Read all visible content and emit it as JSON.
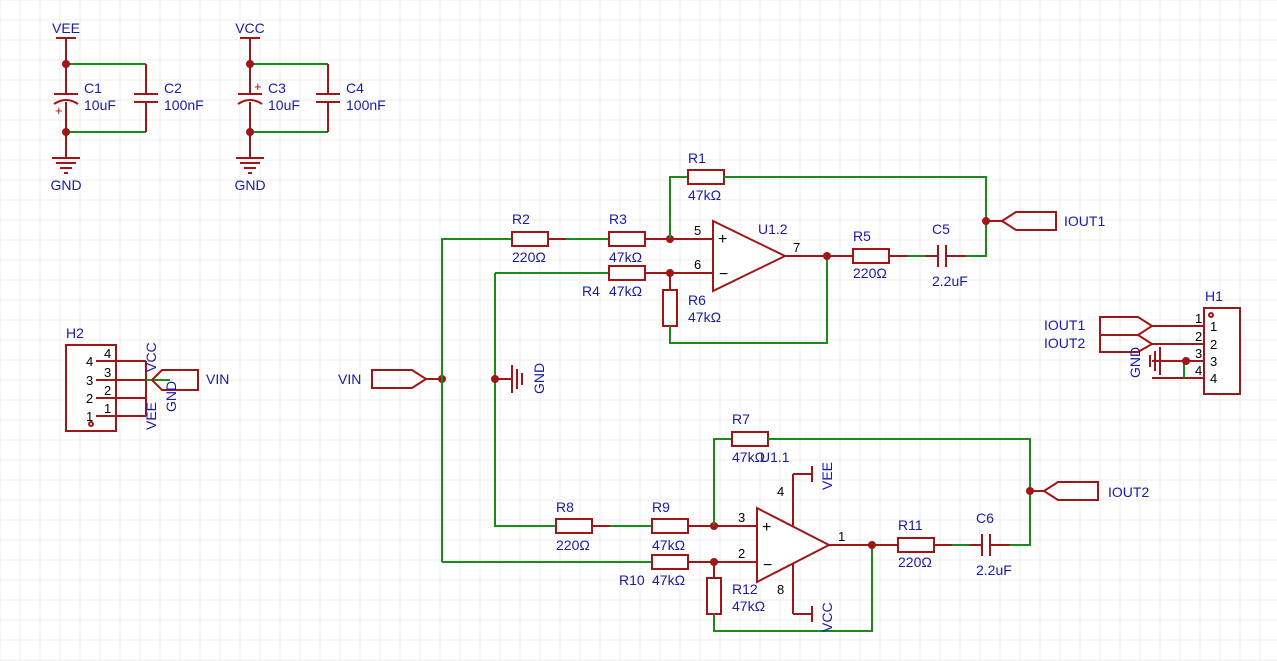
{
  "colors": {
    "wire": "#1a8a1a",
    "part": "#a01515",
    "label": "#1a1aa6",
    "pin": "#000000",
    "grid": "#ececec"
  },
  "power": {
    "vee": "VEE",
    "vcc": "VCC",
    "gnd": "GND"
  },
  "caps": {
    "c1": {
      "ref": "C1",
      "value": "10uF"
    },
    "c2": {
      "ref": "C2",
      "value": "100nF"
    },
    "c3": {
      "ref": "C3",
      "value": "10uF"
    },
    "c4": {
      "ref": "C4",
      "value": "100nF"
    },
    "c5": {
      "ref": "C5",
      "value": "2.2uF"
    },
    "c6": {
      "ref": "C6",
      "value": "2.2uF"
    }
  },
  "resistors": {
    "r1": {
      "ref": "R1",
      "value": "47kΩ"
    },
    "r2": {
      "ref": "R2",
      "value": "220Ω"
    },
    "r3": {
      "ref": "R3",
      "value": "47kΩ"
    },
    "r4": {
      "ref": "R4",
      "value": "47kΩ"
    },
    "r5": {
      "ref": "R5",
      "value": "220Ω"
    },
    "r6": {
      "ref": "R6",
      "value": "47kΩ"
    },
    "r7": {
      "ref": "R7",
      "value": "47kΩ"
    },
    "r8": {
      "ref": "R8",
      "value": "220Ω"
    },
    "r9": {
      "ref": "R9",
      "value": "47kΩ"
    },
    "r10": {
      "ref": "R10",
      "value": "47kΩ"
    },
    "r11": {
      "ref": "R11",
      "value": "220Ω"
    },
    "r12": {
      "ref": "R12",
      "value": "47kΩ"
    }
  },
  "opamps": {
    "u12": {
      "ref": "U1.2",
      "pin_plus": "5",
      "pin_minus": "6",
      "pin_out": "7"
    },
    "u11": {
      "ref": "U1.1",
      "pin_plus": "3",
      "pin_minus": "2",
      "pin_out": "1",
      "pin_vee": "4",
      "pin_vcc": "8"
    }
  },
  "nets": {
    "vin": "VIN",
    "iout1": "IOUT1",
    "iout2": "IOUT2"
  },
  "headers": {
    "h1": {
      "ref": "H1",
      "pins": [
        "1",
        "2",
        "3",
        "4"
      ],
      "pin_numbers": [
        "1",
        "2",
        "3",
        "4"
      ]
    },
    "h2": {
      "ref": "H2",
      "pins": [
        "4",
        "3",
        "2",
        "1"
      ]
    }
  },
  "symbols": {
    "plus": "+",
    "minus": "−",
    "cap_polarity": "+"
  }
}
